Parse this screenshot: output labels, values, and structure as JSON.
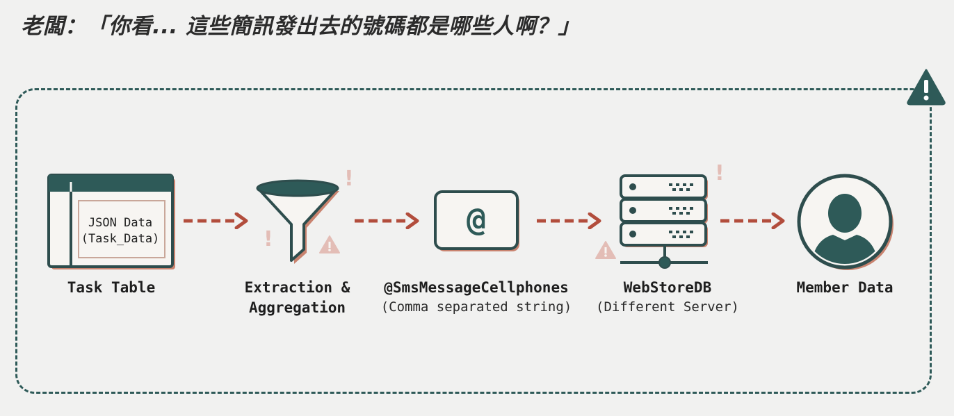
{
  "title": "老闆：「你看... 這些簡訊發出去的號碼都是哪些人啊？」",
  "colors": {
    "primary": "#2e5a58",
    "accent": "#b24d3c",
    "warning_faded": "#e3bdb6",
    "background": "#f1f1f0",
    "text": "#1e1e1e"
  },
  "nodes": [
    {
      "icon": "table-icon",
      "label": "Task Table",
      "inner_text": [
        "JSON Data",
        "(Task_Data)"
      ]
    },
    {
      "icon": "funnel-icon",
      "label_lines": [
        "Extraction &",
        "Aggregation"
      ]
    },
    {
      "icon": "at-sign-icon",
      "glyph": "@",
      "label": "@SmsMessageCellphones",
      "sublabel": "(Comma separated string)"
    },
    {
      "icon": "server-icon",
      "label": "WebStoreDB",
      "sublabel": "(Different Server)"
    },
    {
      "icon": "user-icon",
      "label": "Member Data"
    }
  ],
  "warning_marks": {
    "exclamation": "!"
  }
}
